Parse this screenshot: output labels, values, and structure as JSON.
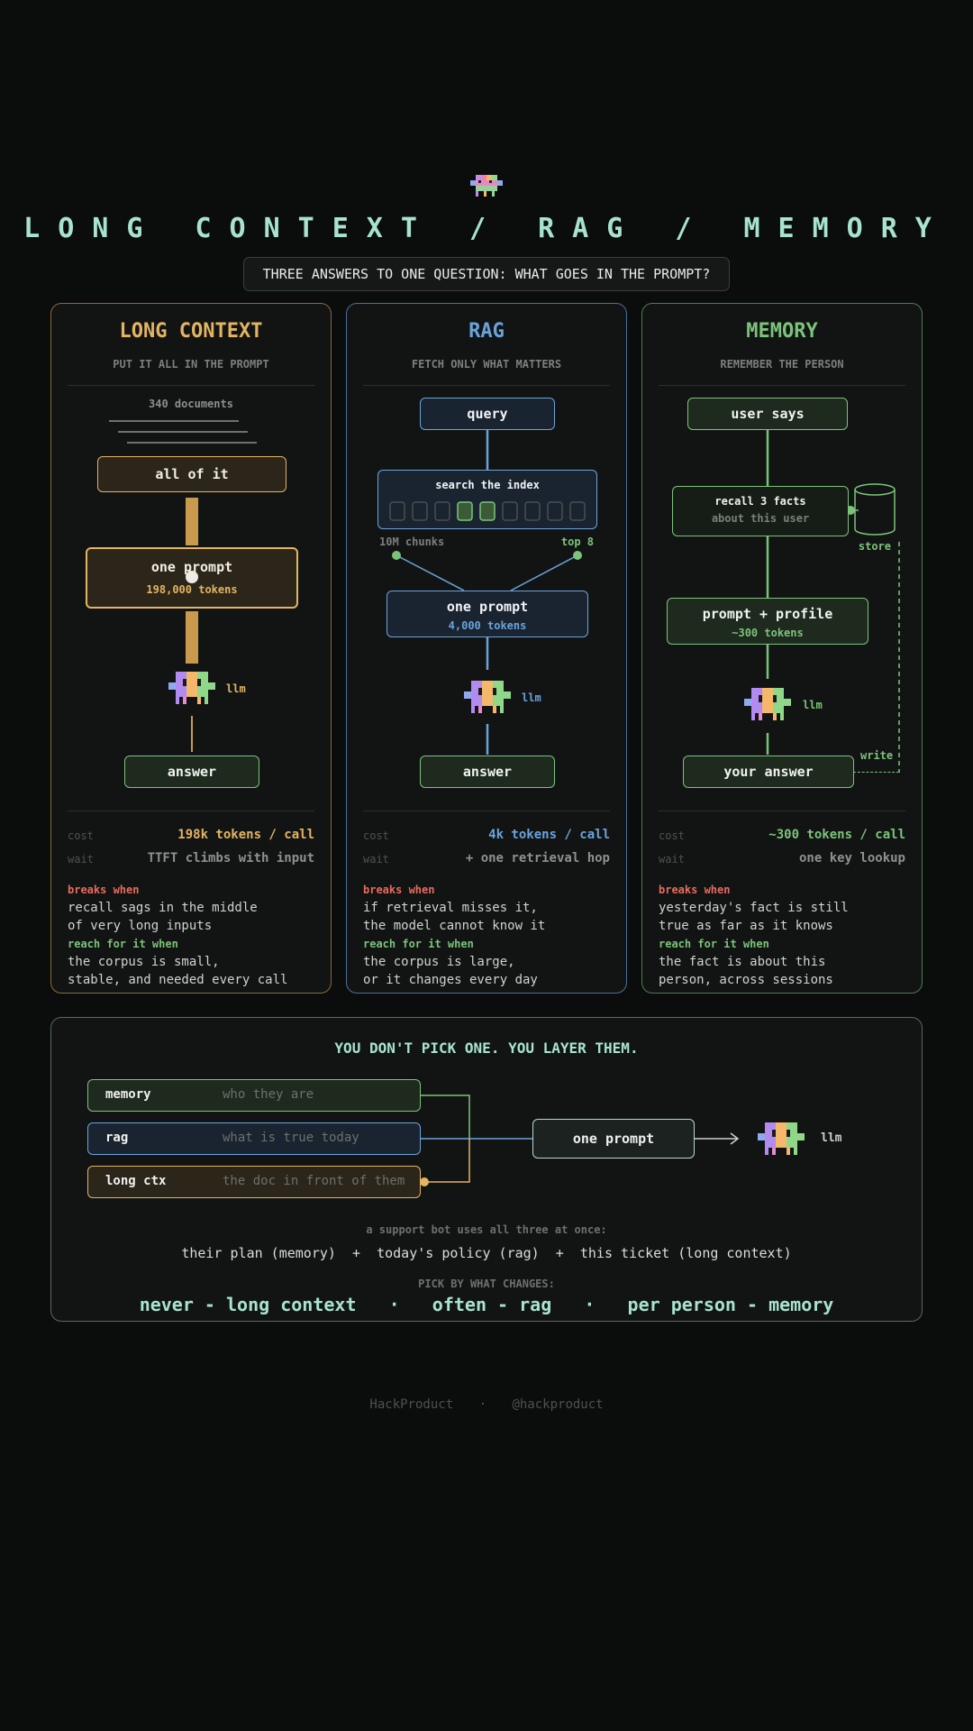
{
  "header": {
    "title": "LONG CONTEXT / RAG / MEMORY",
    "subtitle": "THREE ANSWERS TO ONE QUESTION: WHAT GOES IN THE PROMPT?"
  },
  "colors": {
    "amber": "#e3b462",
    "blue": "#6aa3dc",
    "green": "#7cc37a",
    "red": "#e86b5e",
    "mint": "#a7e3cf"
  },
  "long_context": {
    "title": "LONG CONTEXT",
    "subtitle": "PUT IT ALL IN THE PROMPT",
    "docs_label": "340 documents",
    "all_label": "all of it",
    "prompt_label": "one prompt",
    "prompt_tokens": "198,000 tokens",
    "llm_label": "llm",
    "answer_label": "answer",
    "cost_key": "cost",
    "cost_value": "198k tokens / call",
    "wait_key": "wait",
    "wait_value": "TTFT climbs with input",
    "breaks_label": "breaks when",
    "breaks_text": [
      "recall sags in the middle",
      "of very long inputs"
    ],
    "reach_label": "reach for it when",
    "reach_text": [
      "the corpus is small,",
      "stable, and needed every call"
    ]
  },
  "rag": {
    "title": "RAG",
    "subtitle": "FETCH ONLY WHAT MATTERS",
    "query_label": "query",
    "index_label": "search the index",
    "chunks_label": "10M chunks",
    "top_label": "top 8",
    "prompt_label": "one prompt",
    "prompt_tokens": "4,000 tokens",
    "llm_label": "llm",
    "answer_label": "answer",
    "cost_key": "cost",
    "cost_value": "4k tokens / call",
    "wait_key": "wait",
    "wait_value": "+ one retrieval hop",
    "breaks_label": "breaks when",
    "breaks_text": [
      "if retrieval misses it,",
      "the model cannot know it"
    ],
    "reach_label": "reach for it when",
    "reach_text": [
      "the corpus is large,",
      "or it changes every day"
    ]
  },
  "memory": {
    "title": "MEMORY",
    "subtitle": "REMEMBER THE PERSON",
    "user_label": "user says",
    "recall_label": "recall 3 facts",
    "recall_sub": "about this user",
    "store_label": "store",
    "prompt_label": "prompt + profile",
    "prompt_tokens": "~300 tokens",
    "llm_label": "llm",
    "write_label": "write",
    "answer_label": "your answer",
    "cost_key": "cost",
    "cost_value": "~300 tokens / call",
    "wait_key": "wait",
    "wait_value": "one key lookup",
    "breaks_label": "breaks when",
    "breaks_text": [
      "yesterday's fact is still",
      "true as far as it knows"
    ],
    "reach_label": "reach for it when",
    "reach_text": [
      "the fact is about this",
      "person, across sessions"
    ]
  },
  "layering": {
    "title": "YOU DON'T PICK ONE. YOU LAYER THEM.",
    "rows": [
      {
        "name": "memory",
        "desc": "who they are"
      },
      {
        "name": "rag",
        "desc": "what is true today"
      },
      {
        "name": "long ctx",
        "desc": "the doc in front of them"
      }
    ],
    "prompt_label": "one prompt",
    "llm_label": "llm",
    "example_caption": "a support bot uses all three at once:",
    "example_text": "their plan (memory)  +  today's policy (rag)  +  this ticket (long context)",
    "pick_caption": "PICK BY WHAT CHANGES:",
    "pick_text": "never - long context   ·   often - rag   ·   per person - memory"
  },
  "footer": {
    "brand": "HackProduct",
    "sep": "·",
    "handle": "@hackproduct"
  }
}
